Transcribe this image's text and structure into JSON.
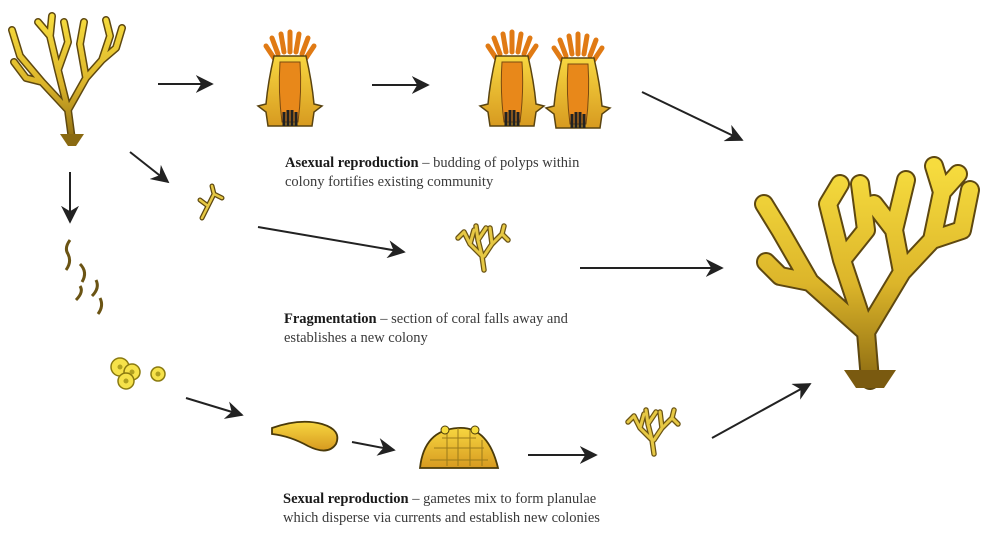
{
  "asexual": {
    "title": "Asexual reproduction",
    "desc": " – budding of polyps within colony fortifies existing community"
  },
  "fragmentation": {
    "title": "Fragmentation",
    "desc": " – section of coral falls away and establishes a new colony"
  },
  "sexual": {
    "title": "Sexual reproduction",
    "desc": " – gametes mix to form planulae which disperse via currents and establish new colonies"
  },
  "colors": {
    "coral_light": "#f2d23a",
    "coral_dark": "#a9861a",
    "outline": "#3d300a",
    "arrow": "#222222",
    "polyp_orange": "#e07a14"
  },
  "icons": [
    "parent-coral-icon",
    "polyp-icon",
    "coral-fragment-icon",
    "planula-icon",
    "gamete-icon",
    "young-colony-icon",
    "mature-coral-icon",
    "arrow-icon"
  ]
}
